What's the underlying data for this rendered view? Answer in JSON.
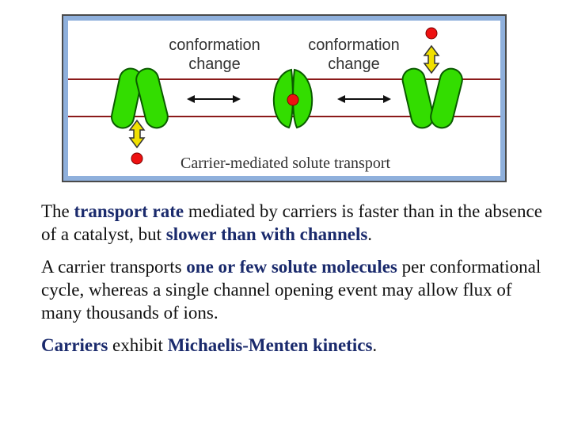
{
  "diagram": {
    "label_left_line1": "conformation",
    "label_left_line2": "change",
    "label_right_line1": "conformation",
    "label_right_line2": "change",
    "caption": "Carrier-mediated solute transport",
    "colors": {
      "border": "#4a4a4a",
      "panel": "#8fb0dc",
      "inner": "#ffffff",
      "membrane": "#8b1a1a",
      "protein_fill": "#33dd00",
      "protein_stroke": "#0a5a00",
      "solute": "#ee1111",
      "arrow_fill": "#f0e000"
    }
  },
  "paragraphs": [
    {
      "segments": [
        {
          "text": "The ",
          "hl": false
        },
        {
          "text": "transport rate",
          "hl": true
        },
        {
          "text": " mediated by carriers is faster than  in the absence of a catalyst, but ",
          "hl": false
        },
        {
          "text": "slower than with channels",
          "hl": true
        },
        {
          "text": ".",
          "hl": false
        }
      ]
    },
    {
      "segments": [
        {
          "text": "A carrier transports ",
          "hl": false
        },
        {
          "text": "one or few solute molecules",
          "hl": true
        },
        {
          "text": " per conformational cycle, whereas a single channel opening event may allow flux of many thousands of ions.",
          "hl": false
        }
      ]
    },
    {
      "segments": [
        {
          "text": "Carriers",
          "hl": true
        },
        {
          "text": " exhibit ",
          "hl": false
        },
        {
          "text": "Michaelis-Menten kinetics",
          "hl": true
        },
        {
          "text": ".",
          "hl": false
        }
      ]
    }
  ]
}
